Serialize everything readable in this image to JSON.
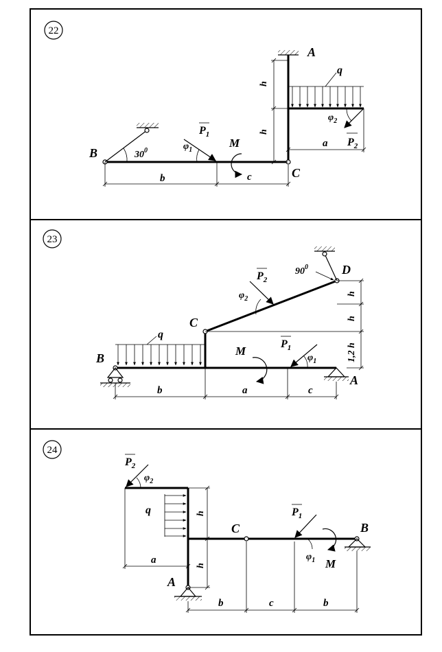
{
  "panels": [
    {
      "number": "22",
      "labels": {
        "A": "A",
        "B": "B",
        "C": "C",
        "q": "q",
        "M": "M",
        "P1": "P",
        "P1_sub": "1",
        "P2": "P",
        "P2_sub": "2",
        "phi1": "φ",
        "phi1_sub": "1",
        "phi2": "φ",
        "phi2_sub": "2",
        "angle": "30",
        "angle_deg": "0",
        "h1": "h",
        "h2": "h",
        "a": "a",
        "b": "b",
        "c": "c"
      }
    },
    {
      "number": "23",
      "labels": {
        "A": "A",
        "B": "B",
        "C": "C",
        "D": "D",
        "q": "q",
        "M": "M",
        "P1": "P",
        "P1_sub": "1",
        "P2": "P",
        "P2_sub": "2",
        "phi1": "φ",
        "phi1_sub": "1",
        "phi2": "φ",
        "phi2_sub": "2",
        "angle": "90",
        "angle_deg": "0",
        "h1": "h",
        "h2": "h",
        "h3": "1,2 h",
        "a": "a",
        "b": "b",
        "c": "c"
      }
    },
    {
      "number": "24",
      "labels": {
        "A": "A",
        "B": "B",
        "C": "C",
        "q": "q",
        "M": "M",
        "P1": "P",
        "P1_sub": "1",
        "P2": "P",
        "P2_sub": "2",
        "phi1": "φ",
        "phi1_sub": "1",
        "phi2": "φ",
        "phi2_sub": "2",
        "h1": "h",
        "h2": "h",
        "a": "a",
        "b1": "b",
        "c": "c",
        "b2": "b"
      }
    }
  ]
}
